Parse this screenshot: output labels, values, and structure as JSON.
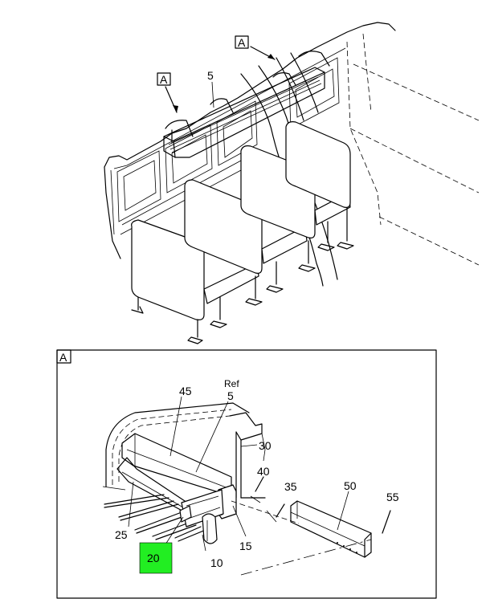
{
  "view_tag": "A",
  "callouts": {
    "c5": "5",
    "c10": "10",
    "c15": "15",
    "c20": "20",
    "c25": "25",
    "c30": "30",
    "c35": "35",
    "c40": "40",
    "c45": "45",
    "c50": "50",
    "c55": "55",
    "ref": "Ref",
    "ref5": "5"
  },
  "highlight_color": "#22ee22"
}
